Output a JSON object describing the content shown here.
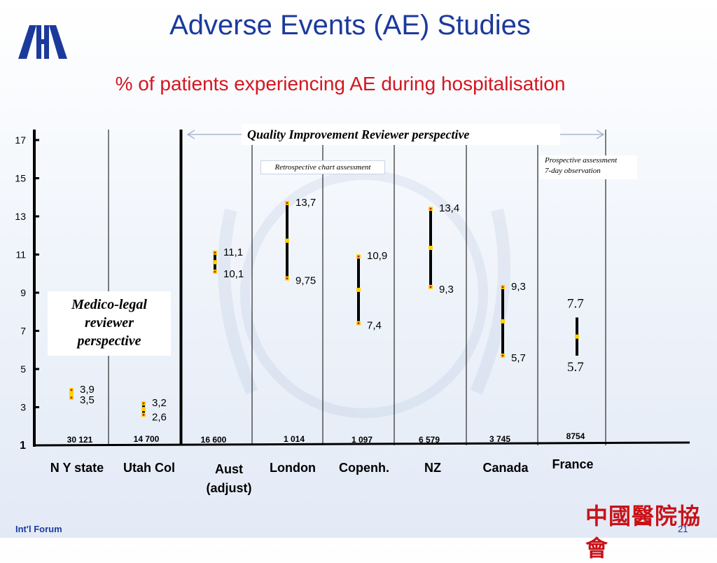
{
  "slide": {
    "title": "Adverse Events (AE) Studies",
    "subtitle": "% of patients experiencing AE during hospitalisation",
    "footer_left": "Int'l Forum",
    "page_number": "21",
    "chinese_logo_text": "中國醫院協會"
  },
  "annotations": {
    "quality_improvement": "Quality Improvement  Reviewer perspective",
    "retrospective": "Retrospective chart assessment",
    "prospective_line1": "Prospective assessment",
    "prospective_line2": "7-day observation",
    "medico_legal": [
      "Medico-legal",
      "reviewer",
      "perspective"
    ]
  },
  "colors": {
    "title": "#1c3a9c",
    "subtitle": "#d4161f",
    "range_bar": "#000000",
    "marker": "#ffd400",
    "marker_dot": "#d4161f"
  },
  "chart_data": {
    "type": "range",
    "ylim": [
      1,
      17
    ],
    "y_ticks": [
      17,
      15,
      13,
      11,
      9,
      7,
      5,
      3,
      1
    ],
    "categories": [
      {
        "name": [
          "N Y state"
        ],
        "n": "30 121",
        "low": 3.5,
        "high": 3.9,
        "low_label": "3,5",
        "high_label": "3,9"
      },
      {
        "name": [
          "Utah Col"
        ],
        "n": "14 700",
        "low": 2.6,
        "high": 3.2,
        "low_label": "2,6",
        "high_label": "3,2"
      },
      {
        "name": [
          "Aust",
          "(adjust)"
        ],
        "n": "16 600",
        "low": 10.1,
        "high": 11.1,
        "low_label": "10,1",
        "high_label": "11,1"
      },
      {
        "name": [
          "London"
        ],
        "n": "1 014",
        "low": 9.75,
        "high": 13.7,
        "low_label": "9,75",
        "high_label": "13,7"
      },
      {
        "name": [
          "Copenh."
        ],
        "n": "1 097",
        "low": 7.4,
        "high": 10.9,
        "low_label": "7,4",
        "high_label": "10,9"
      },
      {
        "name": [
          "NZ"
        ],
        "n": "6 579",
        "low": 9.3,
        "high": 13.4,
        "low_label": "9,3",
        "high_label": "13,4"
      },
      {
        "name": [
          "Canada"
        ],
        "n": "3 745",
        "low": 5.7,
        "high": 9.3,
        "low_label": "5,7",
        "high_label": "9,3"
      },
      {
        "name": [
          "France"
        ],
        "n": "8754",
        "low": 5.7,
        "high": 7.7,
        "low_label": "5.7",
        "high_label": "7.7"
      }
    ]
  }
}
